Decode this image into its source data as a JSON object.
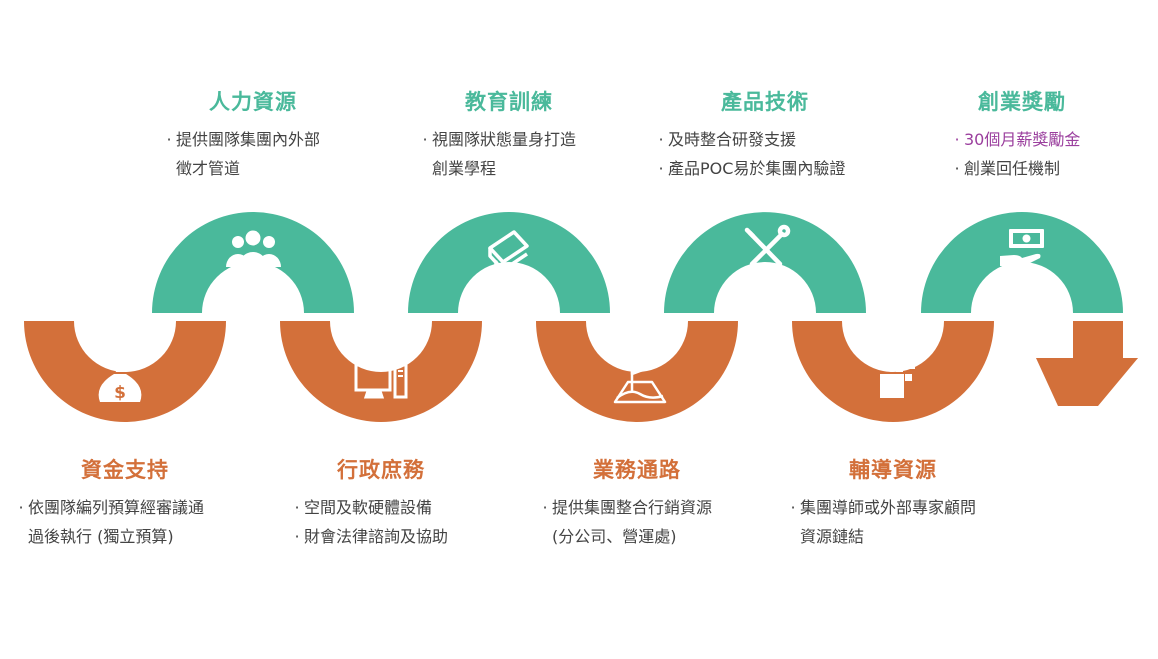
{
  "colors": {
    "teal": "#4ab99b",
    "orange": "#d3703a",
    "text": "#444444",
    "highlight": "#9b3f9e"
  },
  "top_stages": [
    {
      "title": "人力資源",
      "icon": "people-icon",
      "items": [
        {
          "bullet": "·",
          "text": "提供團隊集團內外部",
          "cont": "徵才管道"
        }
      ]
    },
    {
      "title": "教育訓練",
      "icon": "book-icon",
      "items": [
        {
          "bullet": "·",
          "text": "視團隊狀態量身打造",
          "cont": "創業學程"
        }
      ]
    },
    {
      "title": "產品技術",
      "icon": "tools-icon",
      "items": [
        {
          "bullet": "·",
          "text": "及時整合研發支援"
        },
        {
          "bullet": "·",
          "text": "產品POC易於集團內驗證"
        }
      ]
    },
    {
      "title": "創業獎勵",
      "icon": "cash-hand-icon",
      "items": [
        {
          "bullet": "·",
          "text": "30個月薪獎勵金",
          "highlight": true
        },
        {
          "bullet": "·",
          "text": "創業回任機制"
        }
      ]
    }
  ],
  "bottom_stages": [
    {
      "title": "資金支持",
      "icon": "money-bag-icon",
      "items": [
        {
          "bullet": "·",
          "text": "依團隊編列預算經審議通",
          "cont": "過後執行 (獨立預算)"
        }
      ]
    },
    {
      "title": "行政庶務",
      "icon": "computer-icon",
      "items": [
        {
          "bullet": "·",
          "text": "空間及軟硬體設備"
        },
        {
          "bullet": "·",
          "text": "財會法律諮詢及協助"
        }
      ]
    },
    {
      "title": "業務通路",
      "icon": "map-flag-icon",
      "items": [
        {
          "bullet": "·",
          "text": "提供集團整合行銷資源",
          "cont": "(分公司、營運處)"
        }
      ]
    },
    {
      "title": "輔導資源",
      "icon": "puzzle-blocks-icon",
      "items": [
        {
          "bullet": "·",
          "text": "集團導師或外部專家顧問",
          "cont": "資源鏈結"
        }
      ]
    }
  ]
}
